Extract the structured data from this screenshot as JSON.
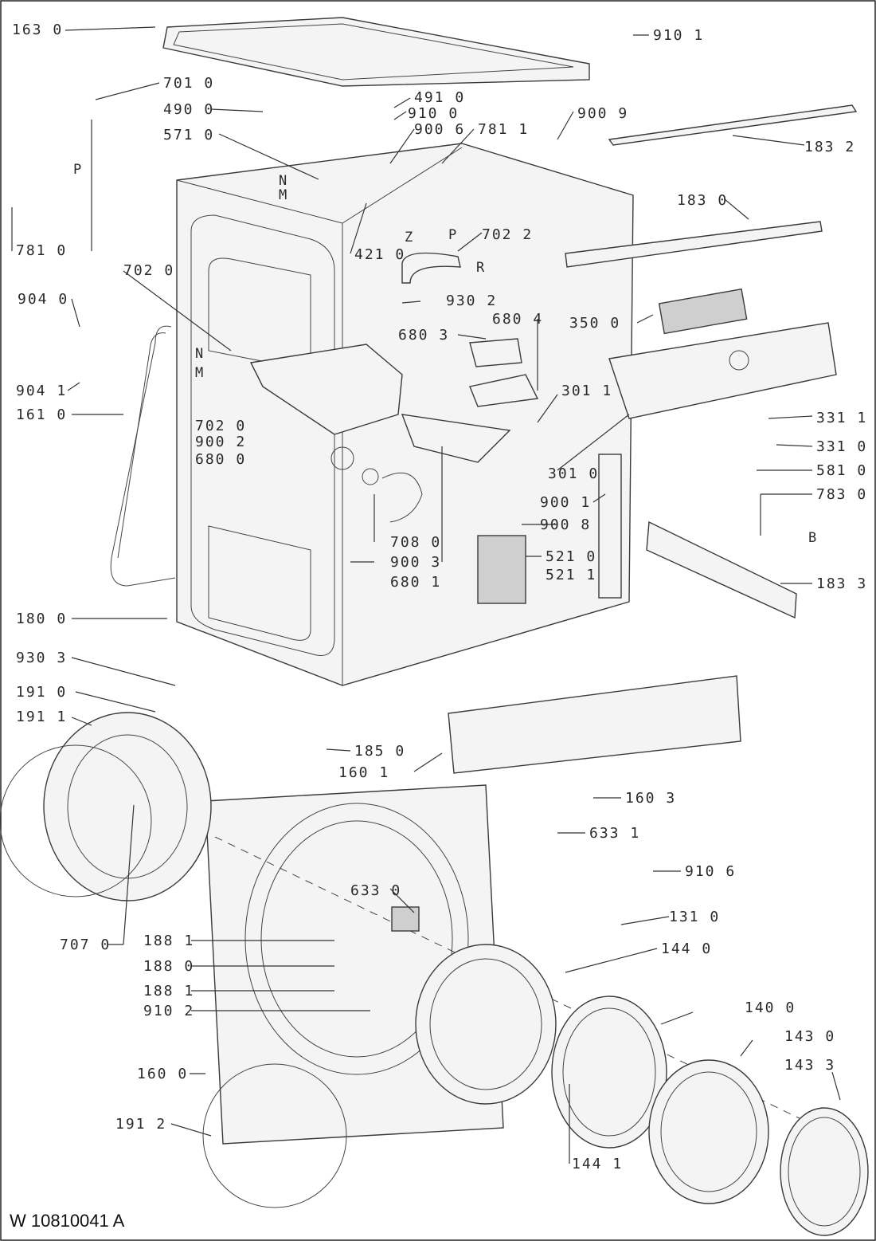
{
  "document_id": "W 10810041 A",
  "callouts": [
    "163 0",
    "910 1",
    "701 0",
    "490 0",
    "491 0",
    "910 0",
    "571 0",
    "900 6",
    "781 1",
    "900 9",
    "183 2",
    "183 0",
    "702 2",
    "421 0",
    "781 0",
    "702 0",
    "930 2",
    "904 0",
    "680 3",
    "680 4",
    "350 0",
    "904 1",
    "161 0",
    "301 1",
    "331 1",
    "331 0",
    "702 0",
    "900 2",
    "680 0",
    "301 0",
    "581 0",
    "783 0",
    "900 1",
    "900 8",
    "708 0",
    "900 3",
    "680 1",
    "521 0",
    "521 1",
    "183 3",
    "180 0",
    "930 3",
    "191 0",
    "191 1",
    "185 0",
    "160 1",
    "160 3",
    "633 1",
    "910 6",
    "633 0",
    "131 0",
    "707 0",
    "188 1",
    "188 0",
    "188 1",
    "910 2",
    "144 0",
    "140 0",
    "143 0",
    "143 3",
    "160 0",
    "191 2",
    "144 1"
  ],
  "letter_marks": [
    "P",
    "N",
    "M",
    "Z",
    "P",
    "R",
    "N",
    "M",
    "B"
  ]
}
